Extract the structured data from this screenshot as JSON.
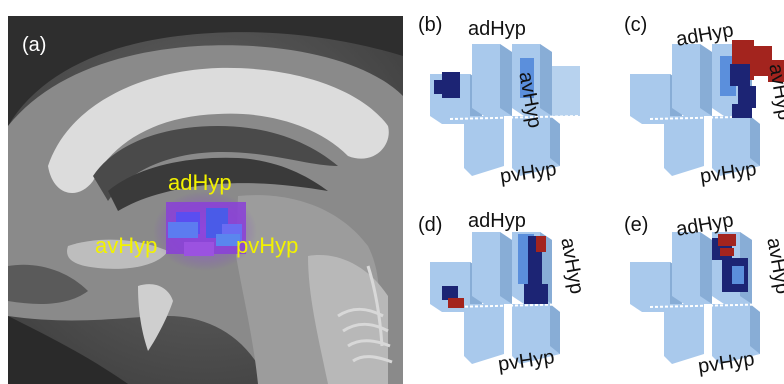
{
  "figure": {
    "panel_a": {
      "label": "(a)",
      "regions": {
        "adHyp": "adHyp",
        "avHyp": "avHyp",
        "pvHyp": "pvHyp"
      },
      "label_color": "#f2f200"
    },
    "panels": [
      {
        "label": "(b)",
        "adHyp": "adHyp",
        "avHyp": "avHyp",
        "pvHyp": "pvHyp"
      },
      {
        "label": "(c)",
        "adHyp": "adHyp",
        "avHyp": "avHyp",
        "pvHyp": "pvHyp"
      },
      {
        "label": "(d)",
        "adHyp": "adHyp",
        "avHyp": "avHyp",
        "pvHyp": "pvHyp"
      },
      {
        "label": "(e)",
        "adHyp": "adHyp",
        "avHyp": "avHyp",
        "pvHyp": "pvHyp"
      }
    ],
    "colors": {
      "block_face": "#a9c9ec",
      "block_side": "#88add6",
      "block_top": "#c9def4",
      "dark_blue": "#1c2474",
      "mid_blue": "#5b8fdc",
      "red": "#a3241e",
      "purple": "#8a3fd8"
    }
  }
}
